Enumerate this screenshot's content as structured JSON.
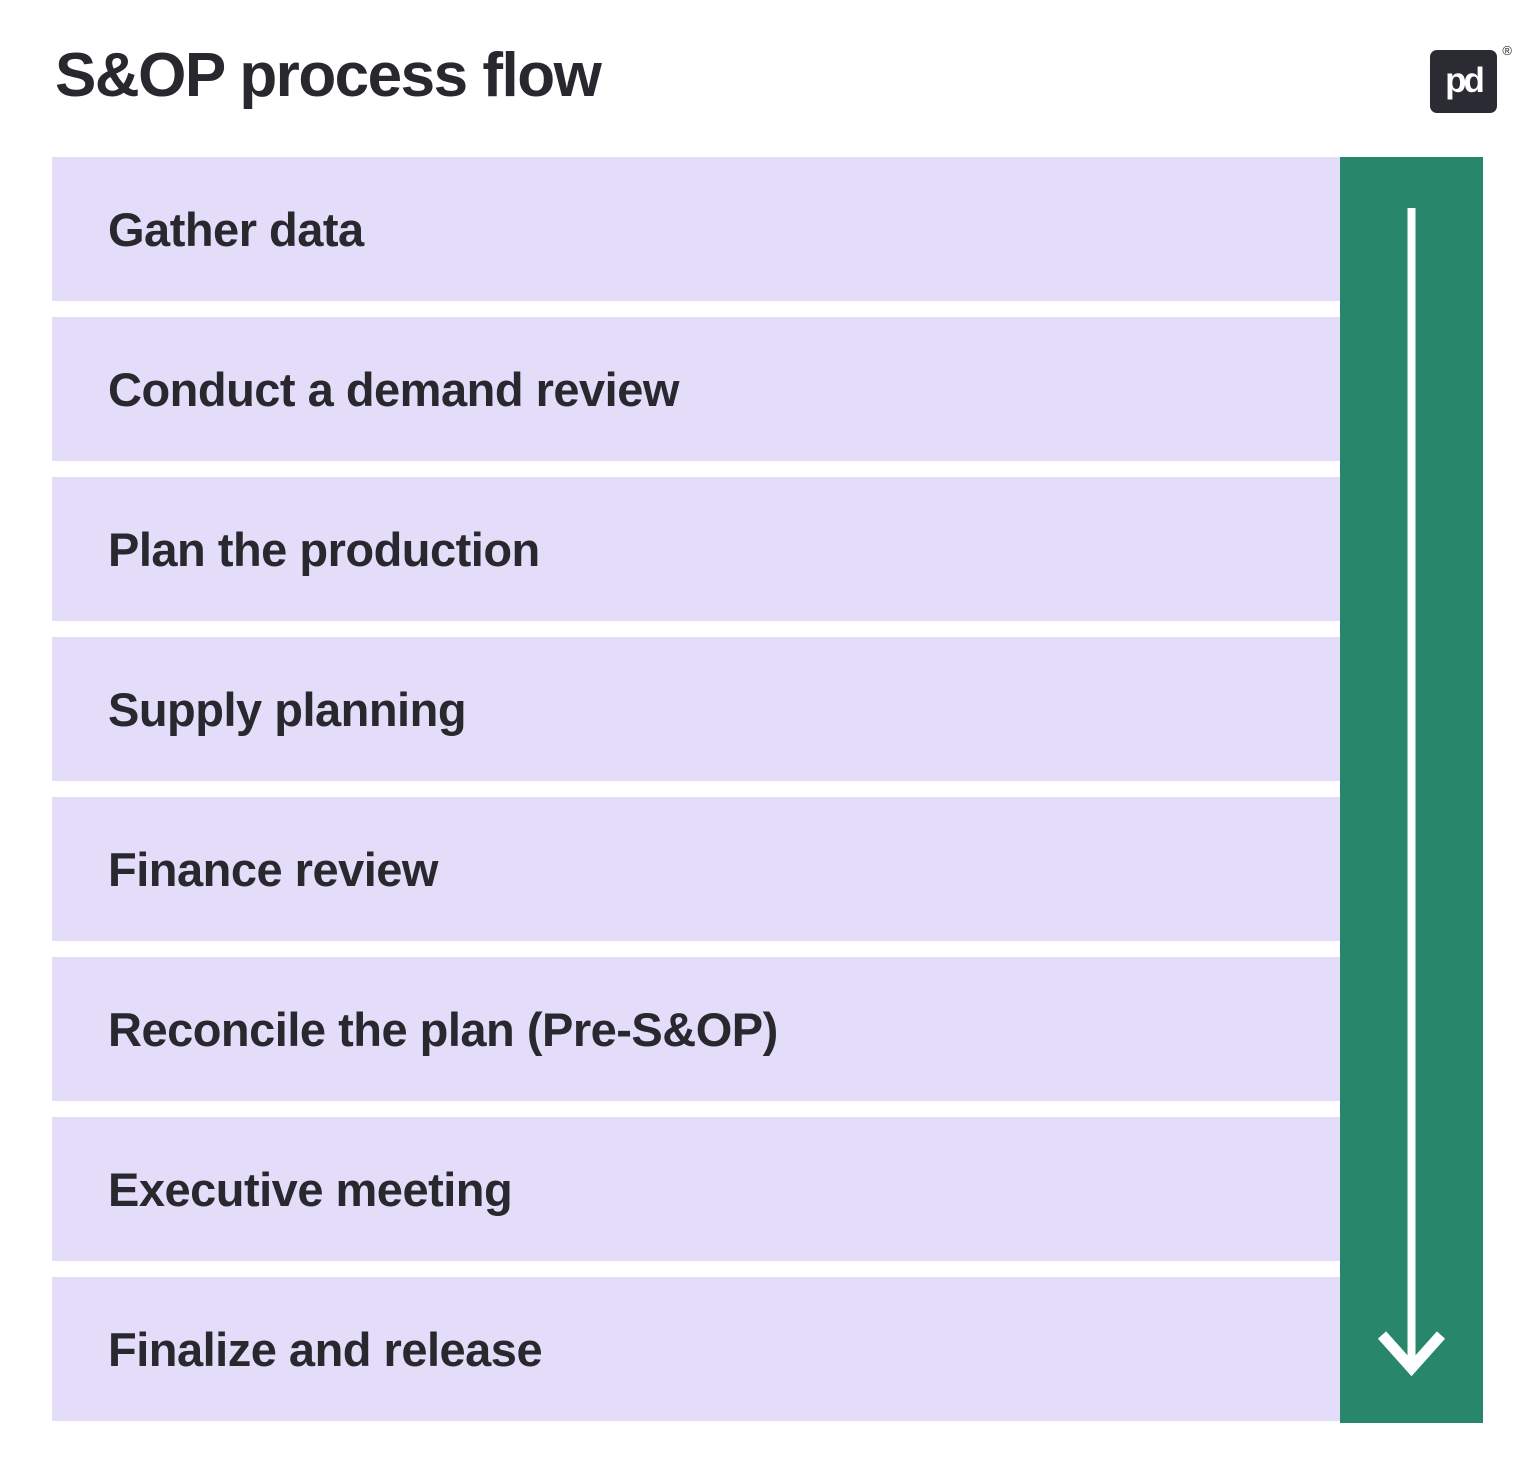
{
  "header": {
    "title": "S&OP process flow",
    "logo": {
      "text": "pd",
      "registered_mark": "®"
    }
  },
  "flow": {
    "direction": "down",
    "steps": [
      {
        "label": "Gather data"
      },
      {
        "label": "Conduct a demand review"
      },
      {
        "label": "Plan the production"
      },
      {
        "label": "Supply planning"
      },
      {
        "label": "Finance review"
      },
      {
        "label": "Reconcile the plan (Pre-S&OP)"
      },
      {
        "label": "Executive meeting"
      },
      {
        "label": "Finalize and release"
      }
    ]
  },
  "colors": {
    "page_bg": "#ffffff",
    "step_bar_bg": "#e3ddf9",
    "arrow_bar_bg": "#28866b",
    "text": "#28282e",
    "logo_bg": "#2b2b33",
    "arrow": "#ffffff"
  }
}
